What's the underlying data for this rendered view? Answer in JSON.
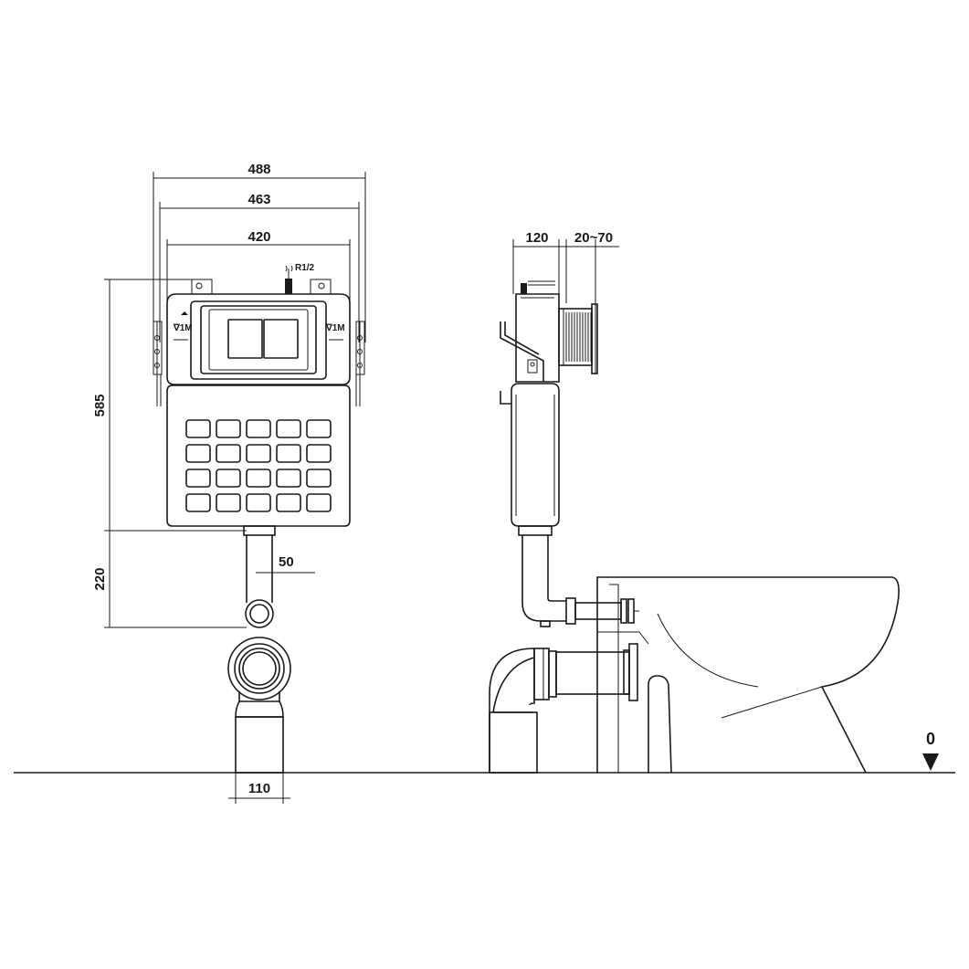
{
  "dimensions": {
    "width_outer": "488",
    "width_mid": "463",
    "width_inner": "420",
    "height_frame": "585",
    "height_pipe": "220",
    "pipe_diameter": "50",
    "outlet_diameter": "110",
    "depth_frame": "120",
    "depth_adjust": "20~70"
  },
  "labels": {
    "water_inlet": "R1/2",
    "level_left": "∇1M",
    "level_right": "∇1M",
    "floor_level": "0"
  },
  "icons": {
    "floor_marker": "triangle-down-icon",
    "water_inlet": "water-inlet-icon",
    "level_mark": "level-mark-icon"
  }
}
